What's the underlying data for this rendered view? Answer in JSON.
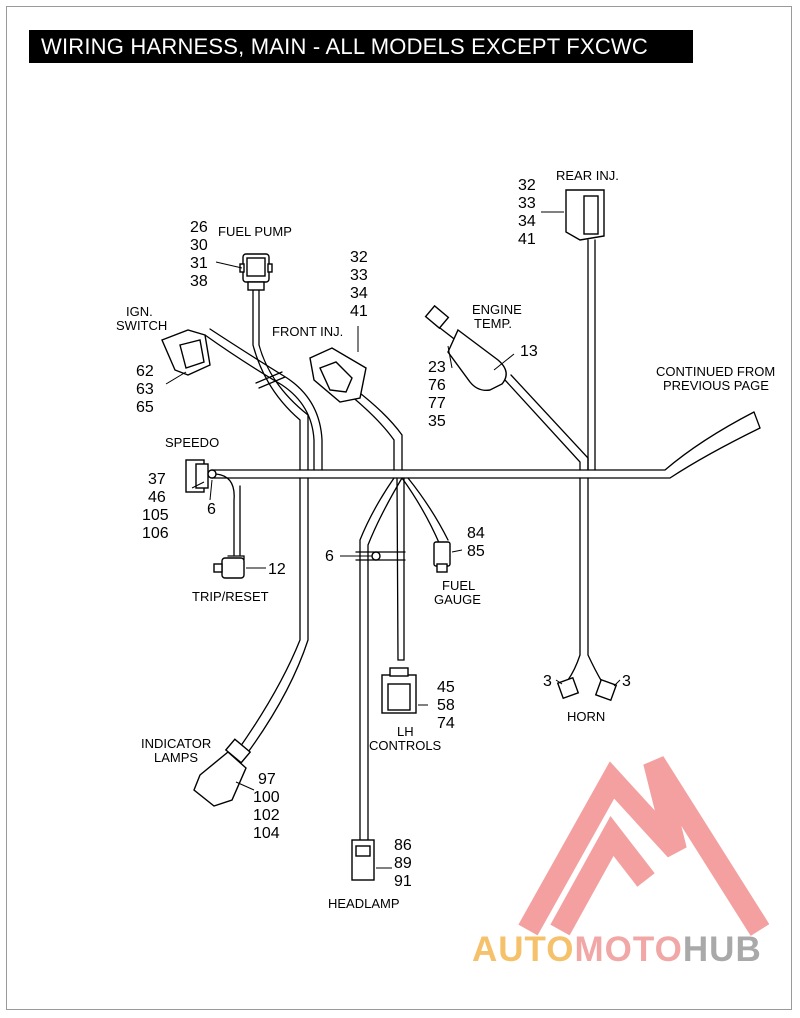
{
  "title": "WIRING HARNESS, MAIN - ALL MODELS EXCEPT FXCWC",
  "components": {
    "fuel_pump": {
      "caption": "FUEL PUMP",
      "numbers": [
        "26",
        "30",
        "31",
        "38"
      ]
    },
    "ign_switch": {
      "caption_line1": "IGN.",
      "caption_line2": "SWITCH",
      "numbers": [
        "62",
        "63",
        "65"
      ]
    },
    "front_inj": {
      "caption": "FRONT INJ.",
      "numbers": [
        "32",
        "33",
        "34",
        "41"
      ]
    },
    "engine_temp": {
      "caption_line1": "ENGINE",
      "caption_line2": "TEMP.",
      "numbers": [
        "23",
        "76",
        "77",
        "35"
      ],
      "callout": "13"
    },
    "rear_inj": {
      "caption": "REAR INJ.",
      "numbers": [
        "32",
        "33",
        "34",
        "41"
      ]
    },
    "continued": {
      "line1": "CONTINUED FROM",
      "line2": "PREVIOUS PAGE"
    },
    "speedo": {
      "caption": "SPEEDO",
      "numbers": [
        "37",
        "46",
        "105",
        "106"
      ],
      "clip_callout": "6"
    },
    "trip_reset": {
      "caption": "TRIP/RESET",
      "callout": "12"
    },
    "fuel_gauge": {
      "caption_line1": "FUEL",
      "caption_line2": "GAUGE",
      "numbers": [
        "84",
        "85"
      ]
    },
    "clip": {
      "callout": "6"
    },
    "lh_controls": {
      "caption_line1": "LH",
      "caption_line2": "CONTROLS",
      "numbers": [
        "45",
        "58",
        "74"
      ]
    },
    "horn": {
      "caption": "HORN",
      "left_callout": "3",
      "right_callout": "3"
    },
    "indicator_lamps": {
      "caption_line1": "INDICATOR",
      "caption_line2": "LAMPS",
      "numbers": [
        "97",
        "100",
        "102",
        "104"
      ]
    },
    "headlamp": {
      "caption": "HEADLAMP",
      "numbers": [
        "86",
        "89",
        "91"
      ]
    }
  },
  "watermark": {
    "part1": "AUTO",
    "part2": "MOTO",
    "part3": "HUB",
    "tri_color": "#f4a0a0"
  },
  "colors": {
    "line": "#000000",
    "title_bg": "#000000",
    "title_fg": "#ffffff"
  }
}
